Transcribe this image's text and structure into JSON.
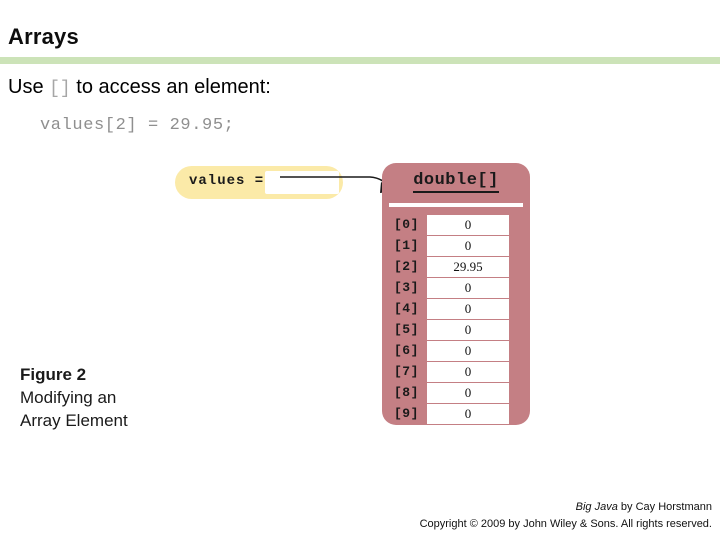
{
  "slide": {
    "title": "Arrays",
    "rule_color": "#cce3b8",
    "lead_text_before": "Use ",
    "lead_text_mono": "[]",
    "lead_text_after": " to access an element:",
    "code_line": "values[2] = 29.95;"
  },
  "figure": {
    "label": "Figure 2",
    "description_line1": "Modifying an",
    "description_line2": "Array Element",
    "variable": {
      "name": "values =",
      "pill_color": "#fbeaa8",
      "slot_value": ""
    },
    "array_object": {
      "type_label": "double[]",
      "box_color": "#c47f84",
      "rows": [
        {
          "index": "[0]",
          "value": "0"
        },
        {
          "index": "[1]",
          "value": "0"
        },
        {
          "index": "[2]",
          "value": "29.95"
        },
        {
          "index": "[3]",
          "value": "0"
        },
        {
          "index": "[4]",
          "value": "0"
        },
        {
          "index": "[5]",
          "value": "0"
        },
        {
          "index": "[6]",
          "value": "0"
        },
        {
          "index": "[7]",
          "value": "0"
        },
        {
          "index": "[8]",
          "value": "0"
        },
        {
          "index": "[9]",
          "value": "0"
        }
      ]
    }
  },
  "footer": {
    "book_title": "Big Java",
    "byline": " by Cay Horstmann",
    "copyright": "Copyright © 2009 by John Wiley & Sons.  All rights reserved."
  }
}
